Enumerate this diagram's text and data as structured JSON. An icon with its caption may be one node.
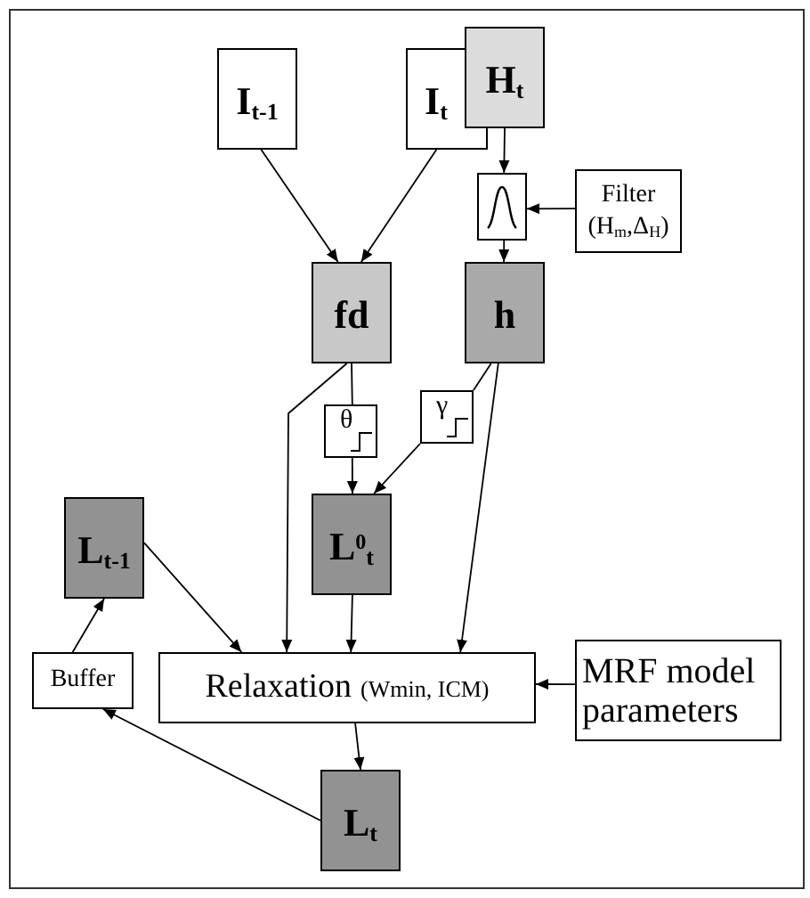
{
  "diagram": {
    "nodes": [
      {
        "text": [
          "I$_{t-1}$"
        ]
      },
      {
        "text": [
          "I$_{t}$"
        ]
      },
      {
        "text": [
          "H$_{t}$"
        ]
      },
      {
        "text": [],
        "shape": "box"
      },
      {
        "text": [
          "Filter (H$_{m}$,Δ$_{H}$)"
        ]
      },
      {
        "text": [
          "fd"
        ]
      },
      {
        "text": [
          "h"
        ]
      },
      {
        "text": [
          "θ"
        ]
      },
      {
        "text": [
          "γ"
        ]
      },
      {
        "text": [
          "L$^{0}$$_{t}$"
        ]
      },
      {
        "text": [
          "L$_{t-1}$"
        ]
      },
      {
        "text": [
          "Buffer"
        ]
      },
      {
        "text": [
          "Relaxation",
          "(Wmin, ICM)"
        ]
      },
      {
        "text": [
          "MRF model parameters"
        ]
      },
      {
        "text": [
          "L$_{t}$"
        ]
      }
    ],
    "edges": [
      {
        "from": 0,
        "to": 5,
        "arrow": "to"
      },
      {
        "from": 1,
        "to": 5,
        "arrow": "to"
      },
      {
        "from": 2,
        "to": 3,
        "arrow": "to"
      },
      {
        "from": 4,
        "to": 3,
        "arrow": "to"
      },
      {
        "from": 3,
        "to": 6,
        "arrow": "to"
      },
      {
        "from": 5,
        "to": 7,
        "arrow": "none"
      },
      {
        "from": 7,
        "to": 9,
        "arrow": "to"
      },
      {
        "from": 6,
        "to": 8,
        "arrow": "none"
      },
      {
        "from": 8,
        "to": 9,
        "arrow": "to"
      },
      {
        "from": 5,
        "to": 12,
        "arrow": "to"
      },
      {
        "from": 6,
        "to": 12,
        "arrow": "to"
      },
      {
        "from": 10,
        "to": 12,
        "arrow": "to"
      },
      {
        "from": 9,
        "to": 12,
        "arrow": "to"
      },
      {
        "from": 13,
        "to": 12,
        "arrow": "to"
      },
      {
        "from": 12,
        "to": 14,
        "arrow": "to"
      },
      {
        "from": 14,
        "to": 11,
        "arrow": "to"
      },
      {
        "from": 11,
        "to": 10,
        "arrow": "to"
      }
    ]
  }
}
